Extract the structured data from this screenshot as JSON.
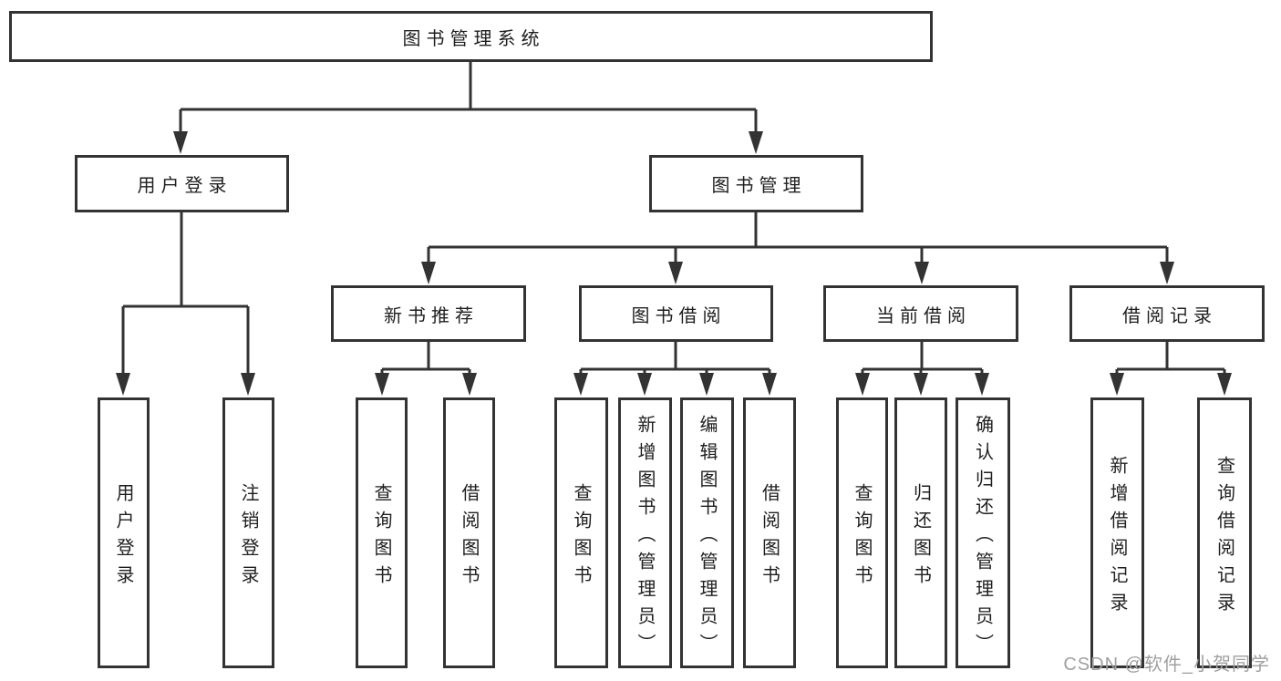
{
  "diagram_title": "图书管理系统",
  "tree": {
    "root": {
      "label": "图书管理系统",
      "children": [
        {
          "label": "用户登录",
          "children": [
            {
              "label": "用户登录"
            },
            {
              "label": "注销登录"
            }
          ]
        },
        {
          "label": "图书管理",
          "children": [
            {
              "label": "新书推荐",
              "children": [
                {
                  "label": "查询图书"
                },
                {
                  "label": "借阅图书"
                }
              ]
            },
            {
              "label": "图书借阅",
              "children": [
                {
                  "label": "查询图书"
                },
                {
                  "label": "新增图书（管理员）"
                },
                {
                  "label": "编辑图书（管理员）"
                },
                {
                  "label": "借阅图书"
                }
              ]
            },
            {
              "label": "当前借阅",
              "children": [
                {
                  "label": "查询图书"
                },
                {
                  "label": "归还图书"
                },
                {
                  "label": "确认归还（管理员）"
                }
              ]
            },
            {
              "label": "借阅记录",
              "children": [
                {
                  "label": "新增借阅记录"
                },
                {
                  "label": "查询借阅记录"
                }
              ]
            }
          ]
        }
      ]
    }
  },
  "watermark": {
    "text": "CSDN @软件_小贺同学"
  },
  "colors": {
    "line": "#333333",
    "box_border": "#333333",
    "text": "#1f1f1f",
    "watermark": "#a0a0a0",
    "background": "#ffffff"
  }
}
